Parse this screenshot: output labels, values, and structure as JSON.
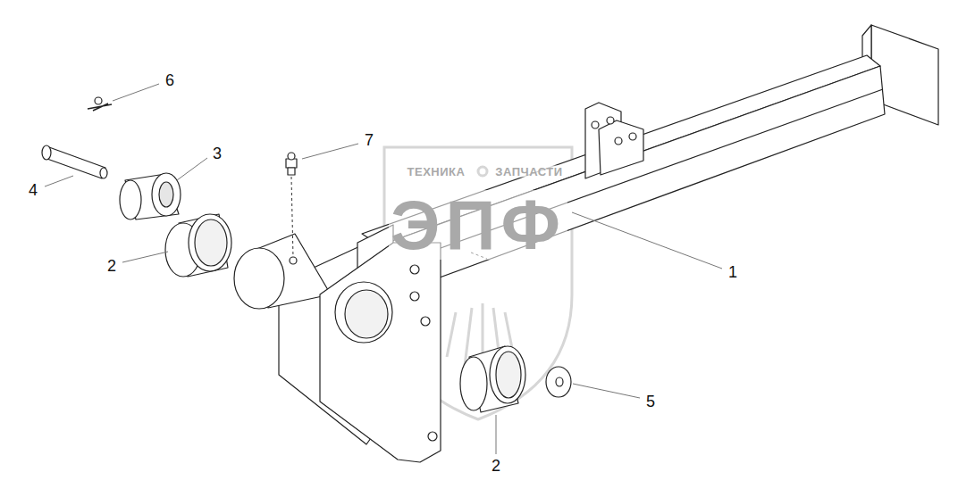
{
  "diagram": {
    "labels": [
      "6",
      "3",
      "7",
      "4",
      "2",
      "1",
      "5",
      "2",
      "ТЕХНИКА",
      "ЗАПЧАСТИ",
      "ЭПФ"
    ]
  }
}
